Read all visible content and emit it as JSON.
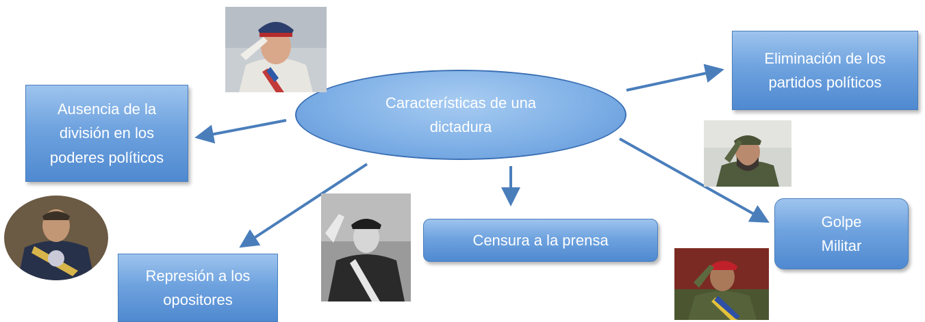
{
  "center": {
    "line1": "Características de una",
    "line2": "dictadura"
  },
  "nodes": {
    "ausencia": {
      "line1": "Ausencia de la",
      "line2": "división en los",
      "line3": "poderes políticos"
    },
    "eliminacion": {
      "line1": "Eliminación de los",
      "line2": "partidos políticos"
    },
    "represion": {
      "line1": "Represión a los",
      "line2": "opositores"
    },
    "censura": {
      "line1": "Censura a la prensa"
    },
    "golpe": {
      "line1": "Golpe",
      "line2": "Militar"
    }
  },
  "colors": {
    "box": "#5b9bd5",
    "arrow": "#4a7ebb",
    "text": "#ffffff"
  }
}
